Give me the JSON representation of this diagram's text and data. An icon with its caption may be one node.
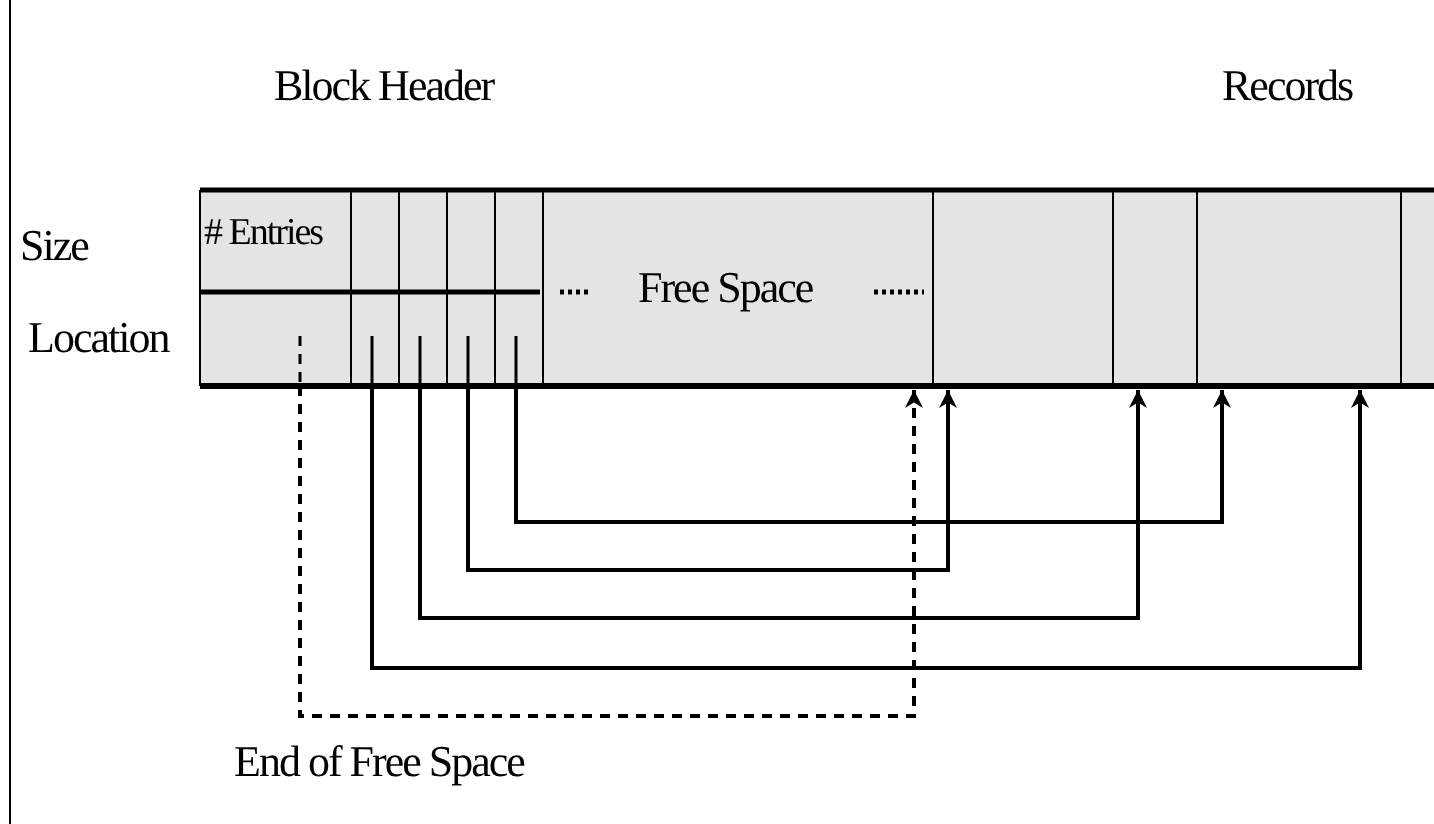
{
  "diagram": {
    "nodes": [
      {
        "text": [
          "# Entries"
        ]
      },
      {
        "text": [],
        "shape": "box"
      },
      {
        "text": [],
        "shape": "box"
      },
      {
        "text": [],
        "shape": "box"
      },
      {
        "text": [],
        "shape": "box"
      },
      {
        "text": [],
        "shape": "box"
      },
      {
        "text": [
          "Free Space"
        ]
      },
      {
        "text": [],
        "shape": "box"
      },
      {
        "text": [],
        "shape": "box"
      },
      {
        "text": [],
        "shape": "box"
      },
      {
        "text": [],
        "shape": "box"
      }
    ],
    "edges": [
      {
        "from": 1,
        "to": 6,
        "arrow": "to",
        "style": "dashed"
      },
      {
        "from": 2,
        "to": 9,
        "arrow": "to"
      },
      {
        "from": 3,
        "to": 8,
        "arrow": "to"
      },
      {
        "from": 4,
        "to": 7,
        "arrow": "to"
      },
      {
        "from": 5,
        "to": 9,
        "arrow": "to"
      }
    ],
    "labels": [
      "Block Header",
      "Records",
      "Size",
      "Location",
      "End of Free Space"
    ]
  }
}
